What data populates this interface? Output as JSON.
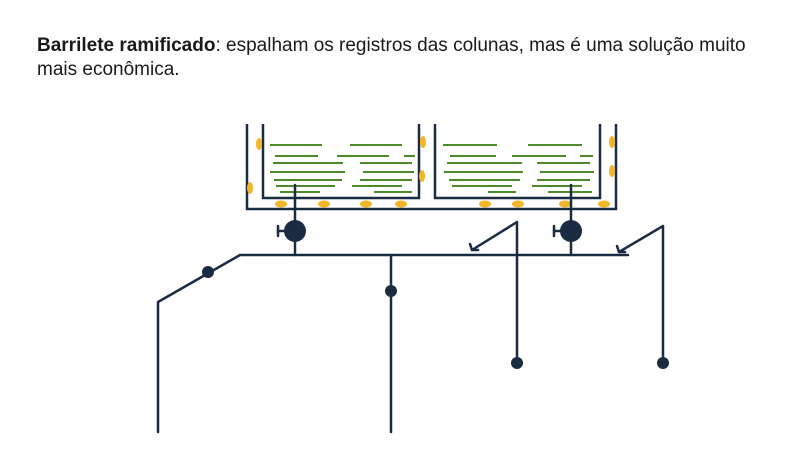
{
  "caption": {
    "bold": "Barrilete ramificado",
    "rest": ": espalham os registros das colunas, mas é uma solução muito mais econômica."
  },
  "colors": {
    "pipe": "#1b2b42",
    "water_lines": "#4d8a2a",
    "sediment": "#f3b629",
    "text": "#1a1a1a",
    "background": "#ffffff"
  },
  "diagram": {
    "reservoir_compartments": 2,
    "registers_at_tank_outlets": 2,
    "branch_valves": 2,
    "column_endpoints": 2,
    "open_columns": 2
  }
}
